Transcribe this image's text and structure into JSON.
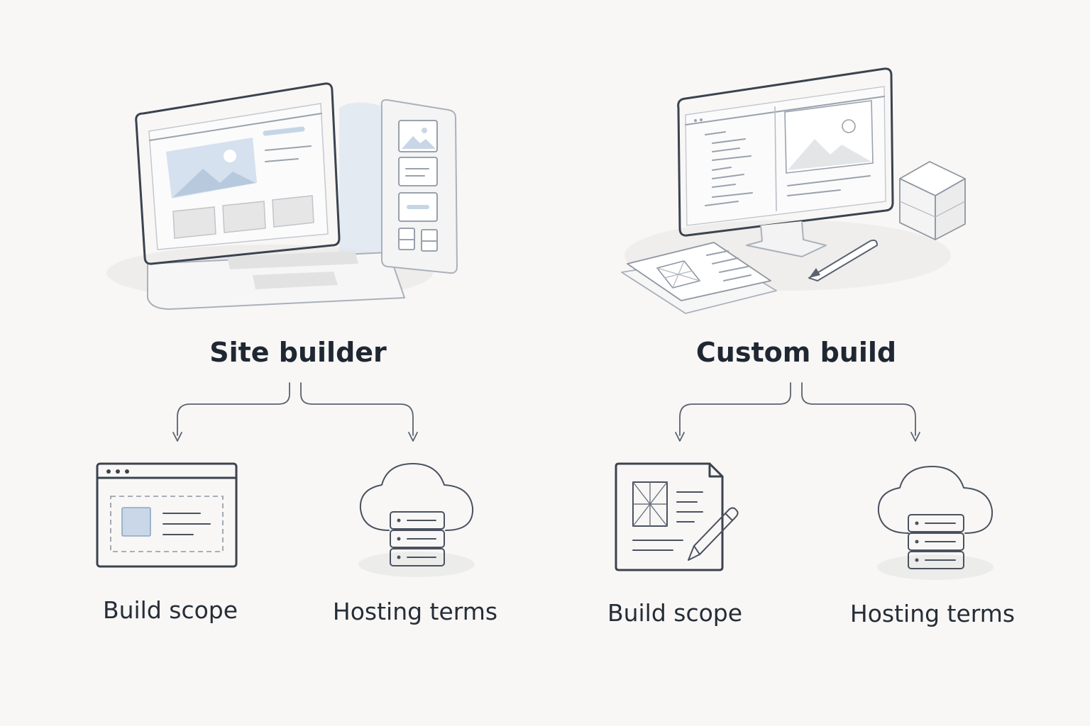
{
  "colors": {
    "background": "#f8f7f5",
    "ink": "#3b4350",
    "accent_blue": "#c9d7e8",
    "text": "#1f2733"
  },
  "branches": [
    {
      "title": "Site builder",
      "illustration": "laptop-with-widget-panel-icon",
      "children": [
        {
          "label": "Build scope",
          "icon": "browser-window-icon"
        },
        {
          "label": "Hosting terms",
          "icon": "cloud-server-icon"
        }
      ]
    },
    {
      "title": "Custom build",
      "illustration": "monitor-code-and-wireframe-icon",
      "children": [
        {
          "label": "Build scope",
          "icon": "wireframe-document-pencil-icon"
        },
        {
          "label": "Hosting terms",
          "icon": "cloud-server-icon"
        }
      ]
    }
  ]
}
